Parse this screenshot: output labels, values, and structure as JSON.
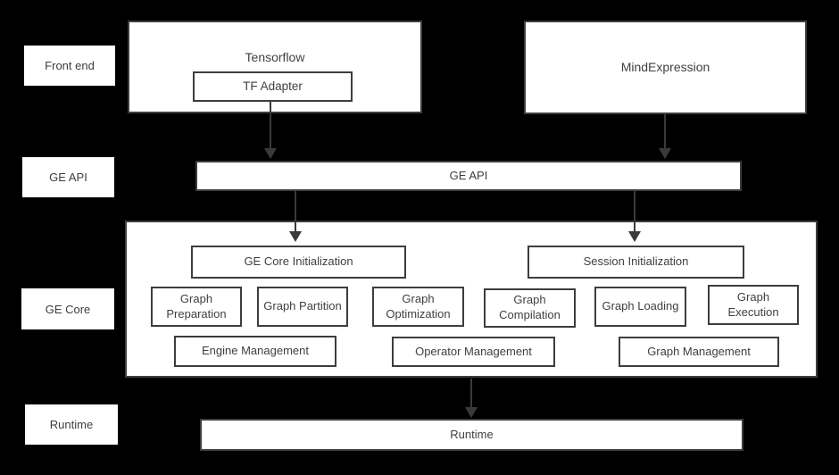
{
  "colors": {
    "background": "#000000",
    "box_fill": "#ffffff",
    "box_border": "#3d3d3d",
    "text": "#404040",
    "arrow": "#3a3a3a"
  },
  "side_labels": {
    "front_end": "Front end",
    "ge_api": "GE API",
    "ge_core": "GE Core",
    "runtime": "Runtime"
  },
  "front_end": {
    "tensorflow": "Tensorflow",
    "tf_adapter": "TF Adapter",
    "mindexpression": "MindExpression"
  },
  "ge_api": {
    "title": "GE API"
  },
  "ge_core": {
    "init": "GE Core Initialization",
    "session_init": "Session Initialization",
    "stages": [
      "Graph Preparation",
      "Graph Partition",
      "Graph Optimization",
      "Graph Compilation",
      "Graph Loading",
      "Graph Execution"
    ],
    "managers": [
      "Engine Management",
      "Operator Management",
      "Graph Management"
    ]
  },
  "runtime": {
    "title": "Runtime"
  }
}
